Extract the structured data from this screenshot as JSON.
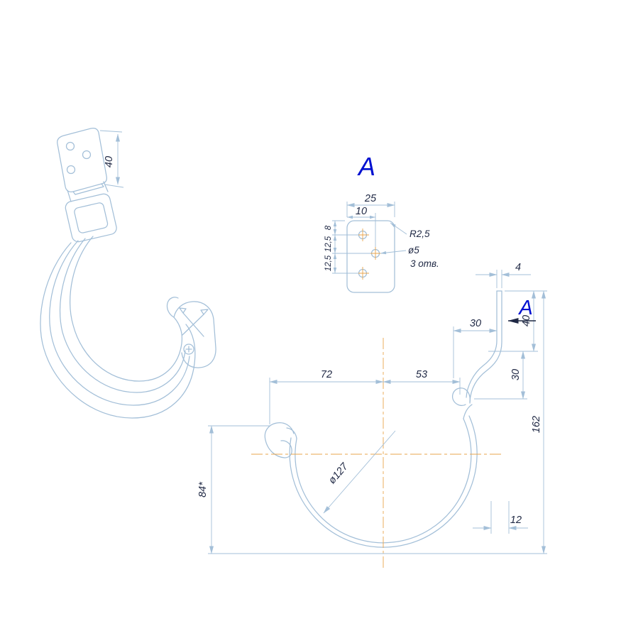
{
  "colors": {
    "background": "#ffffff",
    "line": "#a3bfd8",
    "dim_text": "#1f2844",
    "view_label": "#0010d0",
    "centerline": "#e9a64d"
  },
  "iso_view": {
    "plate_height_dim": "40"
  },
  "detail_view": {
    "label": "A",
    "width_dim": "25",
    "hole_offset_dim": "10",
    "edge_to_hole_dim": "8",
    "hole_pitch_dim_1": "12,5",
    "hole_pitch_dim_2": "12,5",
    "corner_radius_note": "R2,5",
    "hole_dia_note": "ø5",
    "hole_count_note": "3 отв."
  },
  "profile_view": {
    "section_label": "A",
    "plate_thickness_dim": "4",
    "top_offset_dim": "30",
    "plate_height_dim": "40",
    "drop_dim": "30",
    "total_height_dim": "162",
    "bottom_offset_dim": "12",
    "center_left_dim": "72",
    "center_right_dim": "53",
    "depth_dim": "84*",
    "gutter_diameter": "ø127"
  }
}
